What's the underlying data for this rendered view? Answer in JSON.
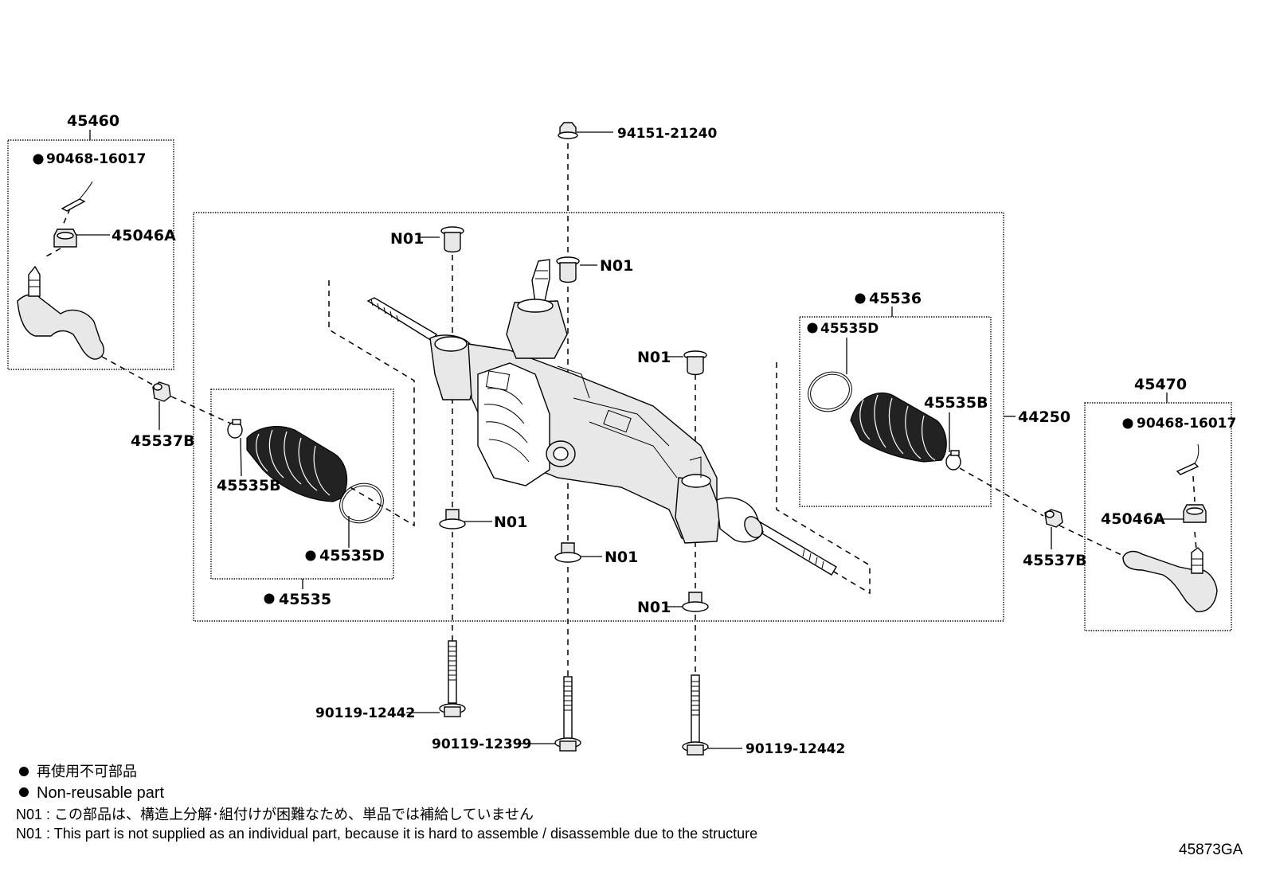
{
  "diagram": {
    "labels": {
      "p45460": "45460",
      "p90468_l": "90468-16017",
      "p45046A_l": "45046A",
      "p45537B_l": "45537B",
      "p94151": "94151-21240",
      "n01_a": "N01",
      "n01_b": "N01",
      "n01_c": "N01",
      "n01_d": "N01",
      "n01_e": "N01",
      "n01_f": "N01",
      "p45536": "45536",
      "p45535D_r": "45535D",
      "p45535B_r": "45535B",
      "p44250": "44250",
      "p45535B_l": "45535B",
      "p45535D_l": "45535D",
      "p45535": "45535",
      "p45470": "45470",
      "p90468_r": "90468-16017",
      "p45046A_r": "45046A",
      "p45537B_r": "45537B",
      "p90119_a": "90119-12442",
      "p90119_b": "90119-12399",
      "p90119_c": "90119-12442"
    },
    "notes": {
      "jp_nonreusable": "再使用不可部品",
      "en_nonreusable": "Non-reusable part",
      "jp_n01": "N01 : この部品は、構造上分解･組付けが困難なため、単品では補給していません",
      "en_n01": "N01 : This part is not supplied as an individual part, because it is hard to assemble / disassemble due to the structure"
    },
    "figure_code": "45873GA"
  }
}
